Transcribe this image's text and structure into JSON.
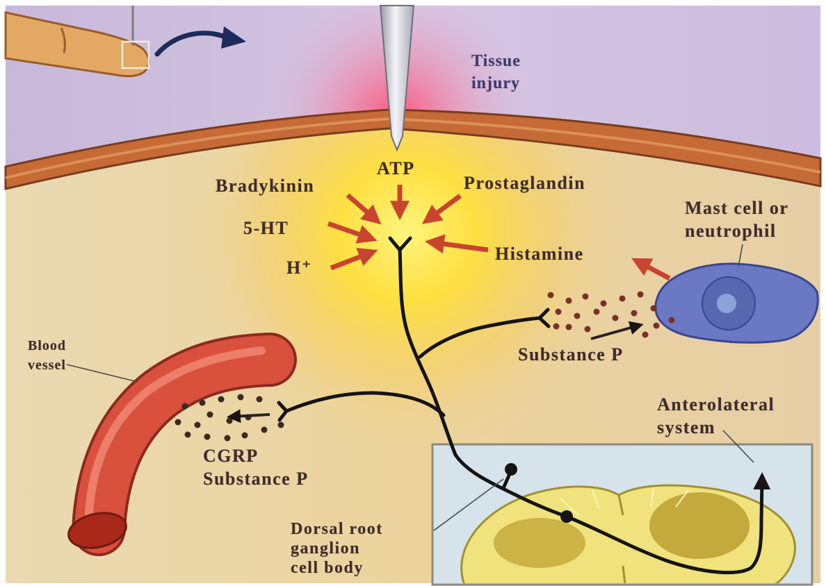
{
  "labels": {
    "tissue_injury": "Tissue\ninjury",
    "atp": "ATP",
    "bradykinin": "Bradykinin",
    "prostaglandin": "Prostaglandin",
    "serotonin": "5-HT",
    "hydrogen_ion": "H⁺",
    "histamine": "Histamine",
    "mast_cell": "Mast cell or\nneutrophil",
    "substance_p_mast": "Substance P",
    "blood_vessel": "Blood\nvessel",
    "cgrp_substance_p": "CGRP\nSubstance P",
    "anterolateral_system": "Anterolateral\nsystem",
    "dorsal_root_ganglion": "Dorsal root\nganglion\ncell body"
  },
  "colors": {
    "label_text": "#3e2c2c",
    "tissue_injury_text": "#3a3a70",
    "nerve": "#141414",
    "chemical_arrows": "#c9442e",
    "mast_cell": "#6b78c4",
    "blood_vessel": "#d9503c",
    "skin": "#c66a36"
  }
}
